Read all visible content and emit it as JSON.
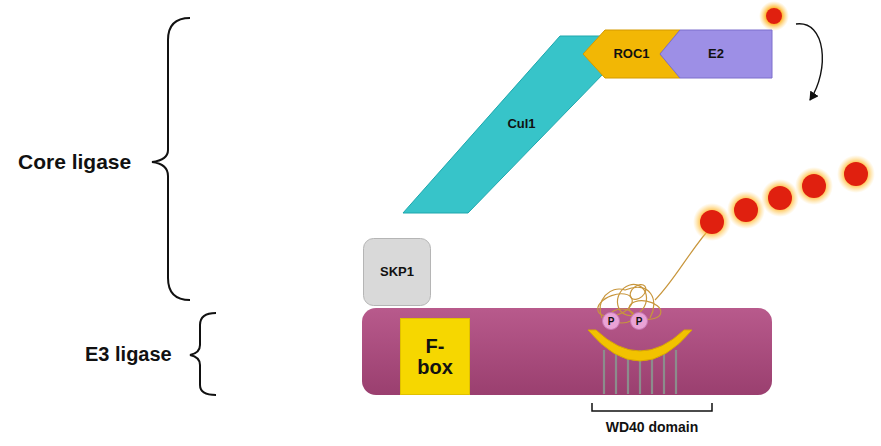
{
  "diagram": {
    "nodes": [
      {
        "text": [
          "Cul1"
        ]
      },
      {
        "text": [
          "ROC1"
        ]
      },
      {
        "text": [
          "E2"
        ]
      },
      {
        "text": [
          "SKP1"
        ]
      },
      {
        "text": [
          "F-box"
        ]
      },
      {
        "text": [
          "P"
        ]
      },
      {
        "text": [
          "P"
        ]
      }
    ],
    "labels": [
      "Core ligase",
      "E3 ligase",
      "WD40 domain"
    ]
  }
}
